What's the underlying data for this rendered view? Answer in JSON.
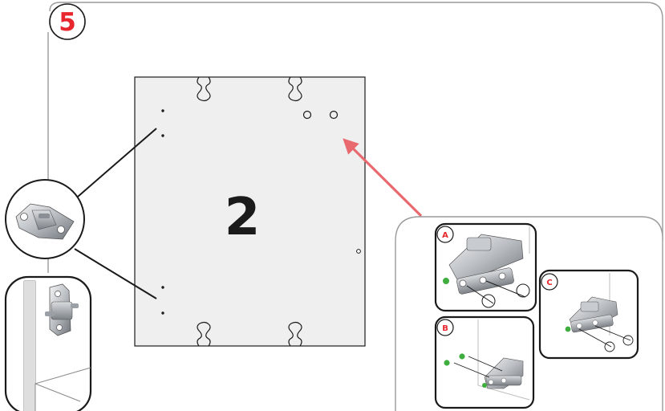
{
  "step": {
    "number": "5"
  },
  "panel": {
    "number": "2"
  },
  "details": [
    {
      "letter": "A"
    },
    {
      "letter": "B"
    },
    {
      "letter": "C"
    }
  ],
  "colors": {
    "accent_red": "#e8262d",
    "arrow_red": "#e86a6f",
    "panel_fill": "#efefef",
    "outline": "#1a1a1a",
    "frame_gray": "#9a9a9a",
    "screw_green": "#3fae3f"
  }
}
